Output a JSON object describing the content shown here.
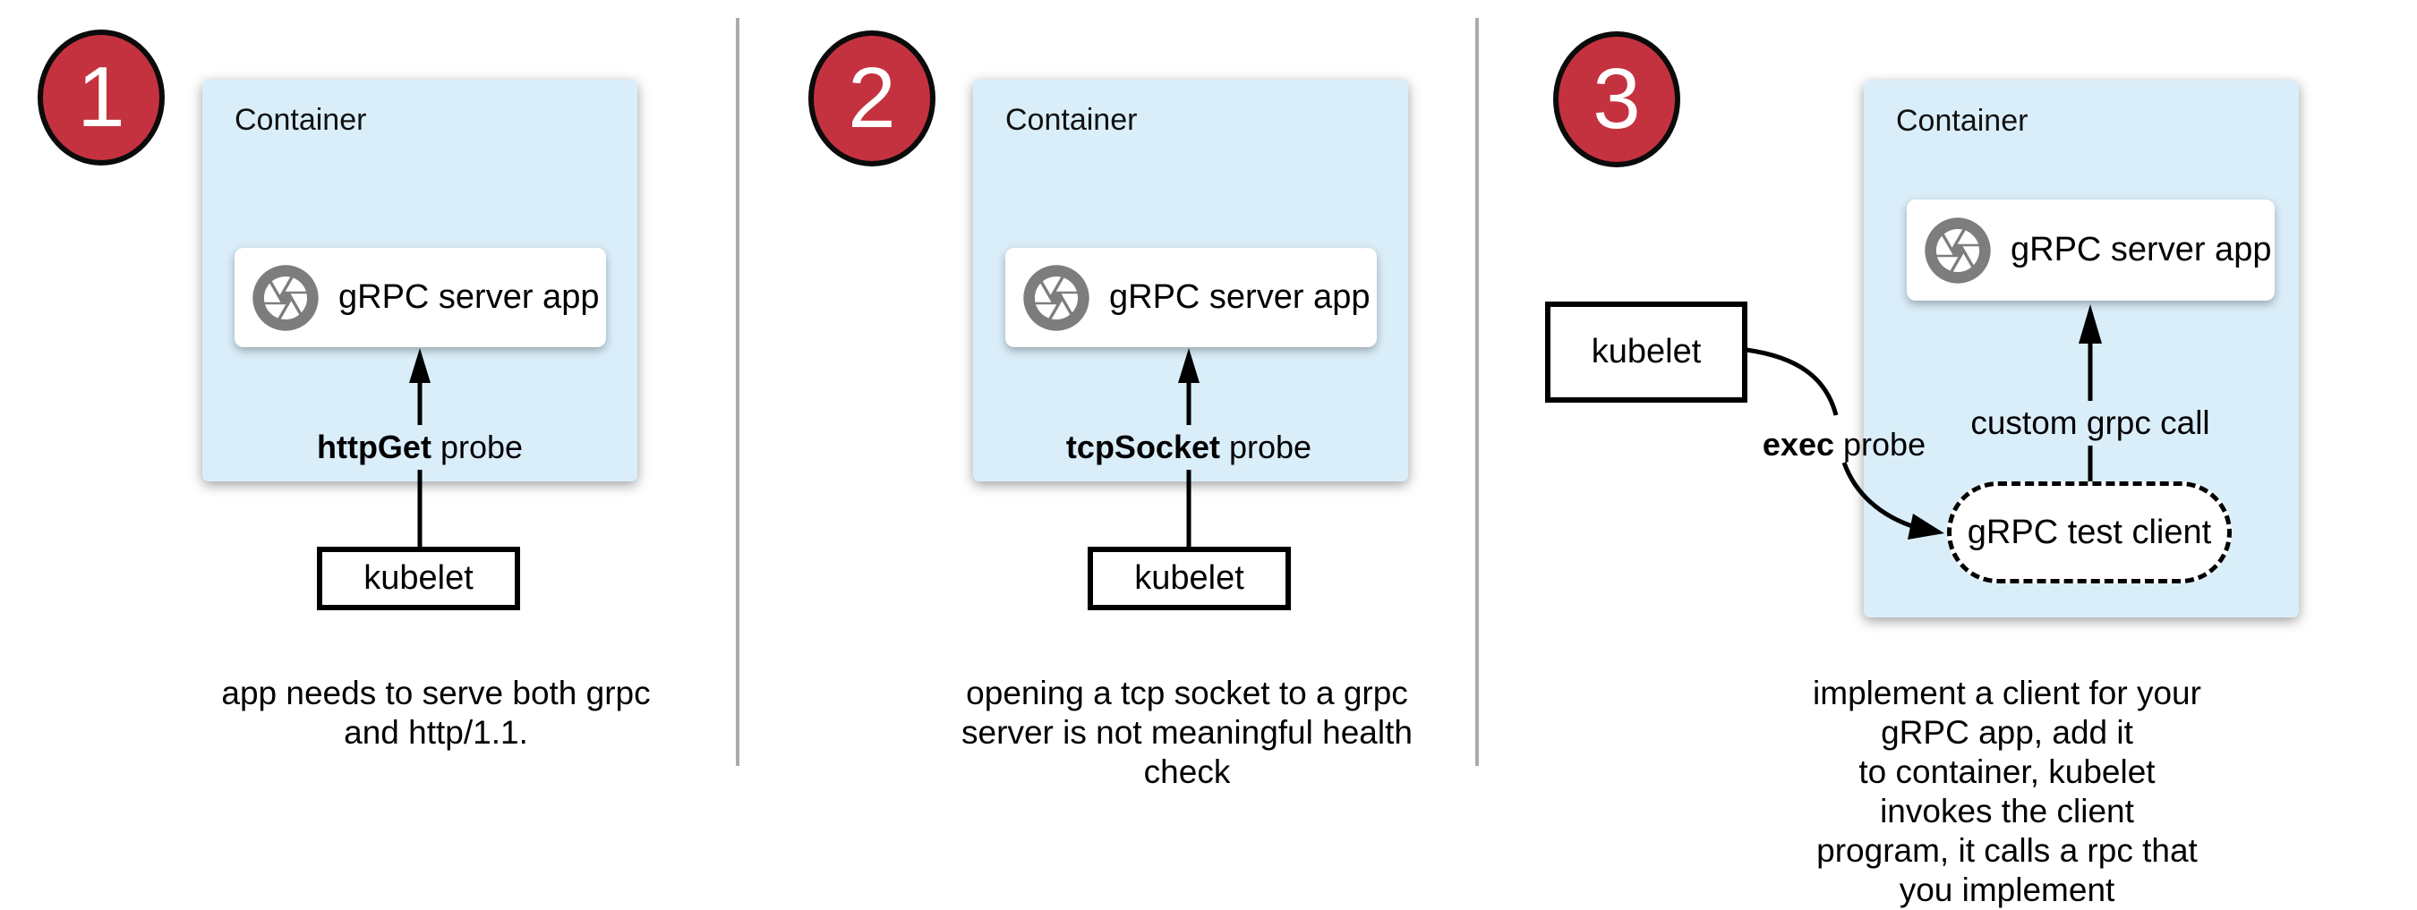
{
  "colors": {
    "container_fill": "#DAEEFA",
    "badge_red": "#C4323F",
    "icon_gray": "#7D7D7D",
    "divider_gray": "#ABABAB",
    "line_black": "#000000"
  },
  "panels": [
    {
      "number": "1",
      "container_label": "Container",
      "app_label": "gRPC server app",
      "app_icon": "aperture-icon",
      "probe_bold": "httpGet",
      "probe_rest": " probe",
      "kubelet_label": "kubelet",
      "caption": "app needs to serve both grpc\nand http/1.1."
    },
    {
      "number": "2",
      "container_label": "Container",
      "app_label": "gRPC server app",
      "app_icon": "aperture-icon",
      "probe_bold": "tcpSocket",
      "probe_rest": " probe",
      "kubelet_label": "kubelet",
      "caption": "opening a tcp socket to a grpc\nserver is not meaningful health\ncheck"
    },
    {
      "number": "3",
      "container_label": "Container",
      "app_label": "gRPC server app",
      "app_icon": "aperture-icon",
      "probe_bold": "exec",
      "probe_rest": " probe",
      "kubelet_label": "kubelet",
      "custom_call_label": "custom grpc call",
      "test_client_label": "gRPC test client",
      "caption": "implement a client for your gRPC app, add it\nto container, kubelet invokes the client\nprogram, it calls a rpc that you implement"
    }
  ]
}
